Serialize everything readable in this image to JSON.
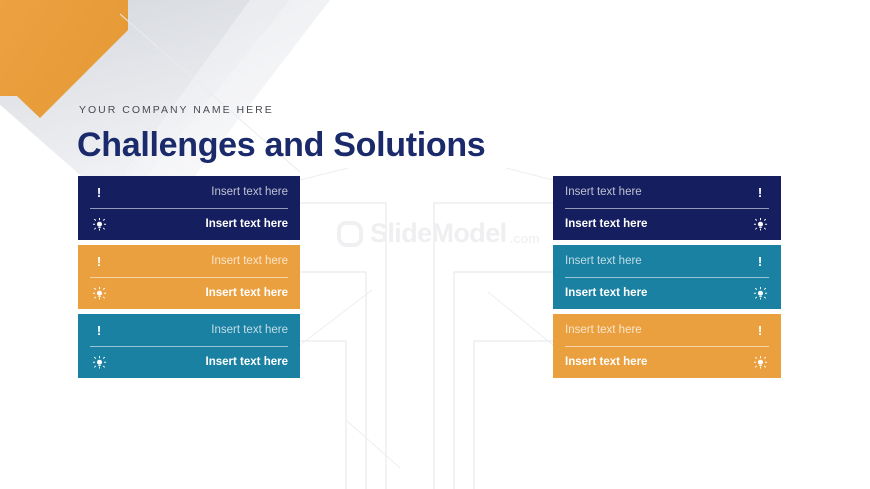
{
  "slide": {
    "kicker": "YOUR COMPANY NAME HERE",
    "title": "Challenges and Solutions",
    "background": "#ffffff"
  },
  "watermark": {
    "name": "SlideModel",
    "suffix": ".com",
    "logo_icon": "rounded-square-logo-icon",
    "color": "#efeff1"
  },
  "decorations": {
    "orange_shape_color": "#eb9f3e",
    "gray_shape_color": "#dcdee3",
    "gray_shape_light": "#eceef1"
  },
  "theme": {
    "navy": "#151f5f",
    "orange": "#eba03f",
    "teal": "#1b81a3",
    "title_color": "#1b2a6b",
    "kicker_color": "#4a4a55",
    "connector_color": "#e3e5e8"
  },
  "icons": {
    "challenge": "exclamation-icon",
    "solution": "lightbulb-icon",
    "challenge_glyph": "!"
  },
  "left_column": [
    {
      "index": 1,
      "color_name": "navy",
      "color": "#151f5f",
      "challenge_text": "Insert text here",
      "solution_text": "Insert text here"
    },
    {
      "index": 2,
      "color_name": "orange",
      "color": "#eba03f",
      "challenge_text": "Insert text here",
      "solution_text": "Insert text here"
    },
    {
      "index": 3,
      "color_name": "teal",
      "color": "#1b81a3",
      "challenge_text": "Insert text here",
      "solution_text": "Insert text here"
    }
  ],
  "right_column": [
    {
      "index": 1,
      "color_name": "navy",
      "color": "#151f5f",
      "challenge_text": "Insert text here",
      "solution_text": "Insert text here"
    },
    {
      "index": 2,
      "color_name": "teal",
      "color": "#1b81a3",
      "challenge_text": "Insert text here",
      "solution_text": "Insert text here"
    },
    {
      "index": 3,
      "color_name": "orange",
      "color": "#eba03f",
      "challenge_text": "Insert text here",
      "solution_text": "Insert text here"
    }
  ]
}
